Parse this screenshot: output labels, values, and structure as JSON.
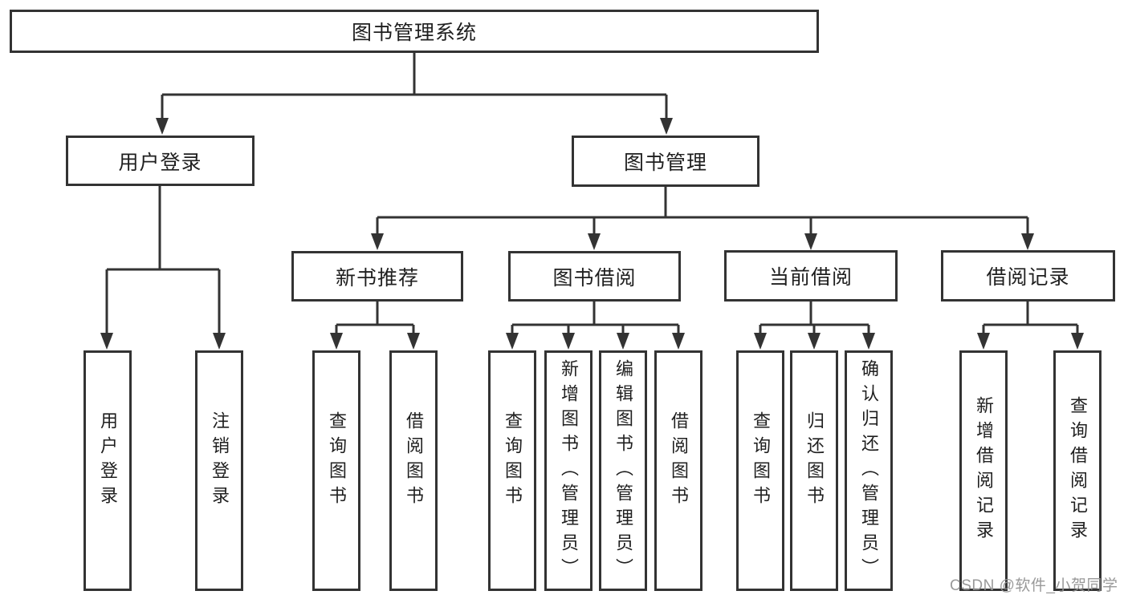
{
  "diagram": {
    "type": "tree-diagram",
    "line_color": "#333333",
    "text_color": "#1f1f1f",
    "background": "#ffffff",
    "root": {
      "label": "图书管理系统"
    },
    "level2": [
      {
        "label": "用户登录"
      },
      {
        "label": "图书管理"
      }
    ],
    "level3": [
      {
        "label": "新书推荐"
      },
      {
        "label": "图书借阅"
      },
      {
        "label": "当前借阅"
      },
      {
        "label": "借阅记录"
      }
    ],
    "leaves": {
      "user_login": [
        {
          "label": "用户登录"
        },
        {
          "label": "注销登录"
        }
      ],
      "new_book": [
        {
          "label": "查询图书"
        },
        {
          "label": "借阅图书"
        }
      ],
      "book_borrow": [
        {
          "label": "查询图书"
        },
        {
          "label": "新增图书（管理员）"
        },
        {
          "label": "编辑图书（管理员）"
        },
        {
          "label": "借阅图书"
        }
      ],
      "current_borrow": [
        {
          "label": "查询图书"
        },
        {
          "label": "归还图书"
        },
        {
          "label": "确认归还（管理员）"
        }
      ],
      "borrow_records": [
        {
          "label": "新增借阅记录"
        },
        {
          "label": "查询借阅记录"
        }
      ]
    }
  },
  "watermark": {
    "text": "CSDN @软件_小贺同学",
    "color": "#949494"
  }
}
